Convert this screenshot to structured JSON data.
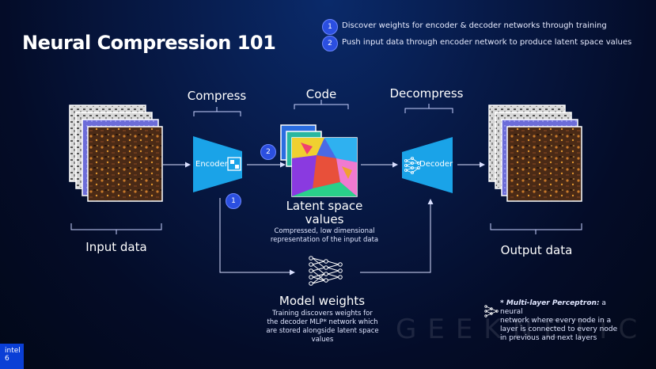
{
  "title": "Neural Compression 101",
  "steps": [
    {
      "num": "1",
      "text": "Discover weights for encoder & decoder networks through training"
    },
    {
      "num": "2",
      "text": "Push input data through encoder network to produce latent space values"
    }
  ],
  "sections": {
    "compress": "Compress",
    "code": "Code",
    "decompress": "Decompress"
  },
  "input_label": "Input data",
  "output_label": "Output data",
  "encoder_label": "Encoder",
  "decoder_label": "Decoder",
  "latent": {
    "title_line1": "Latent space",
    "title_line2": "values",
    "caption_line1": "Compressed, low dimensional",
    "caption_line2": "representation of the input data"
  },
  "model": {
    "title": "Model weights",
    "caption_lines": [
      "Training discovers weights for",
      "the decoder MLP* network which",
      "are stored alongside latent space",
      "values"
    ]
  },
  "mlp_note": {
    "bold": "* Multi-layer Perceptron:",
    "lines": [
      "a neural",
      "network where every node in a",
      "layer is connected to every node",
      "in previous and next layers"
    ]
  },
  "markers": {
    "encoder_step": "1",
    "latent_step": "2"
  },
  "watermark": "GEEKNETIC",
  "logo": {
    "line1": "intel",
    "line2": "6"
  },
  "colors": {
    "accent": "#1aa3e8",
    "marker": "#2b4fe0",
    "background": "#071a48"
  }
}
